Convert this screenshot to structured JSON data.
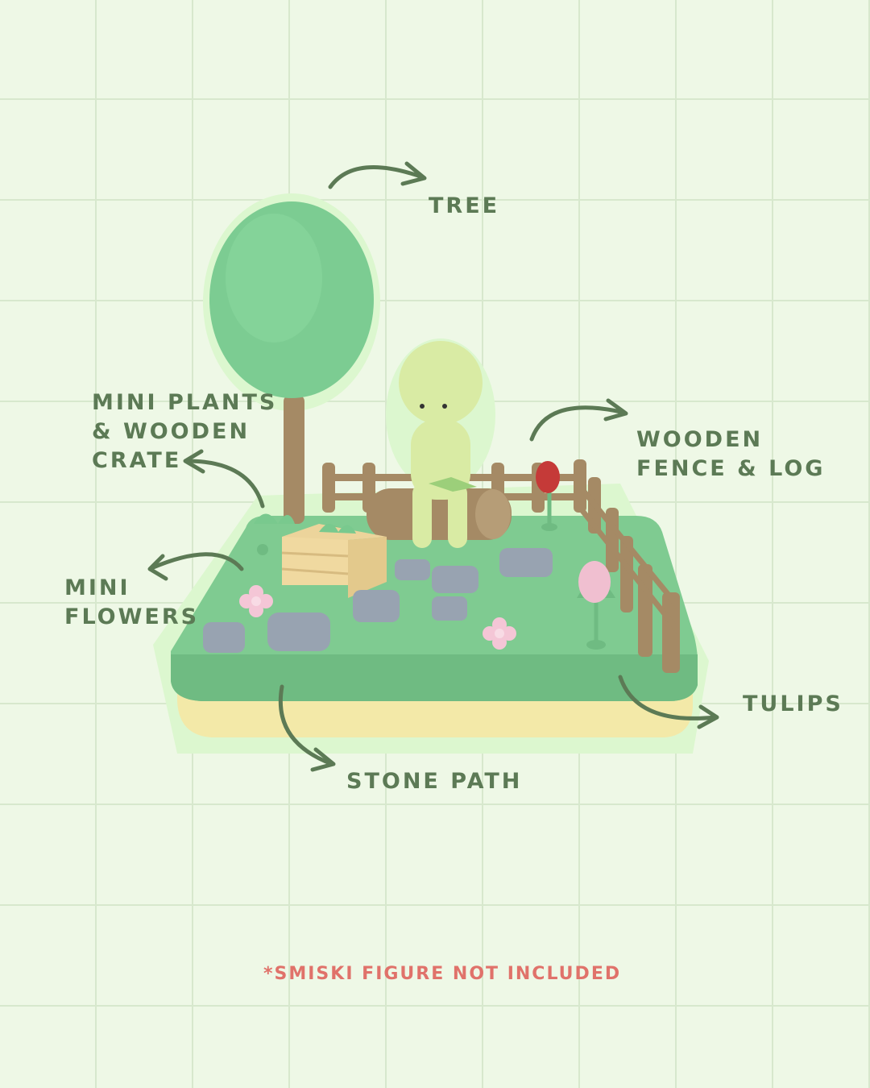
{
  "labels": {
    "tree": "TREE",
    "plants": "MINI PLANTS\n& WOODEN\nCRATE",
    "fence": "WOODEN\nFENCE & LOG",
    "flowers": "MINI\nFLOWERS",
    "tulips": "TULIPS",
    "stone_path": "STONE PATH"
  },
  "footnote": "*SMISKI FIGURE NOT INCLUDED",
  "colors": {
    "background": "#eef8e6",
    "grid": "#d7e8cd",
    "label": "#5c7a55",
    "footnote": "#e0726a",
    "grass": "#7fcb91",
    "base": "#f3e9a8",
    "wood": "#a58a65",
    "stone": "#98a3b1",
    "figure": "#d9eba4"
  }
}
